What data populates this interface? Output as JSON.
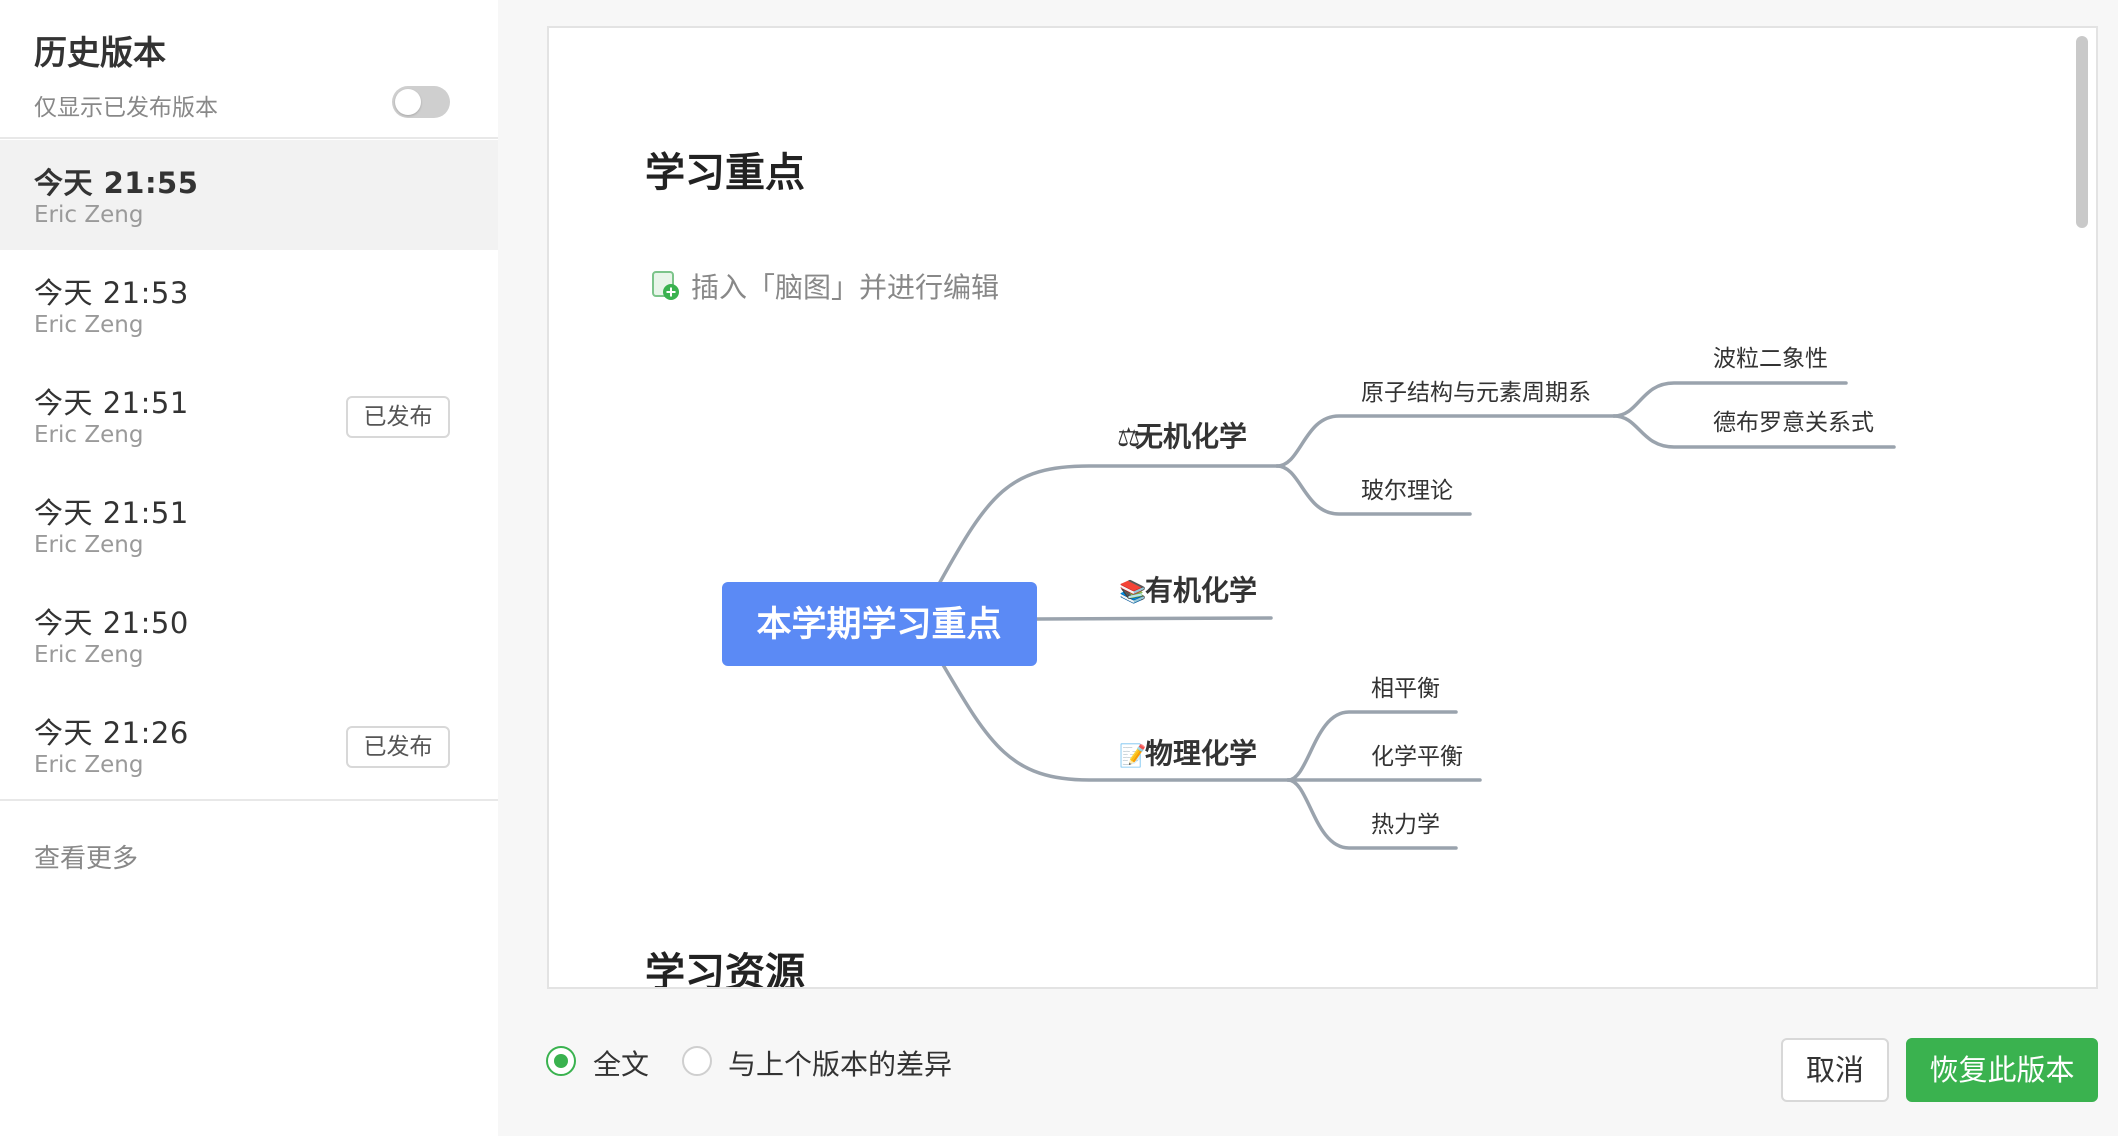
{
  "sidebar": {
    "title": "历史版本",
    "filter_label": "仅显示已发布版本",
    "filter_enabled": false,
    "versions": [
      {
        "time": "今天 21:55",
        "author": "Eric Zeng",
        "badge": "",
        "active": true
      },
      {
        "time": "今天 21:53",
        "author": "Eric Zeng",
        "badge": "",
        "active": false
      },
      {
        "time": "今天 21:51",
        "author": "Eric Zeng",
        "badge": "已发布",
        "active": false
      },
      {
        "time": "今天 21:51",
        "author": "Eric Zeng",
        "badge": "",
        "active": false
      },
      {
        "time": "今天 21:50",
        "author": "Eric Zeng",
        "badge": "",
        "active": false
      },
      {
        "time": "今天 21:26",
        "author": "Eric Zeng",
        "badge": "已发布",
        "active": false
      }
    ],
    "see_more": "查看更多"
  },
  "doc": {
    "heading_study": "学习重点",
    "insert_hint": "插入「脑图」并进行编辑",
    "heading_resources": "学习资源",
    "mindmap": {
      "root": "本学期学习重点",
      "branches": {
        "inorganic": "无机化学",
        "organic": "有机化学",
        "physical": "物理化学"
      },
      "icons": {
        "inorganic": "⚖",
        "organic": "📚",
        "physical": "📝"
      },
      "leaves": {
        "atomic": "原子结构与元素周期系",
        "bohr": "玻尔理论",
        "wave": "波粒二象性",
        "debroglie": "德布罗意关系式",
        "phase": "相平衡",
        "chem_eq": "化学平衡",
        "thermo": "热力学"
      },
      "colors": {
        "root_bg": "#5b8af5",
        "connector": "#9aa3ad"
      }
    }
  },
  "footer": {
    "option_full": "全文",
    "option_diff": "与上个版本的差异",
    "selected": "全文",
    "cancel": "取消",
    "restore": "恢复此版本"
  },
  "colors": {
    "accent": "#3ab24f"
  }
}
